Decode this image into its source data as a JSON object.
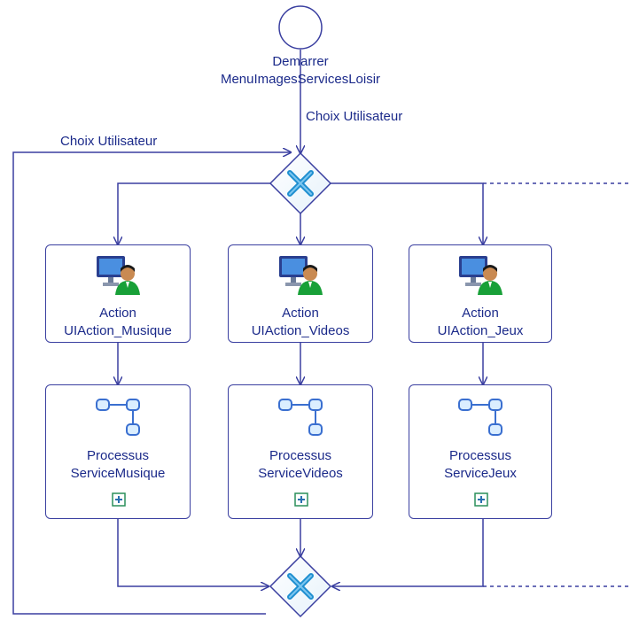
{
  "start": {
    "label_line1": "Demarrer",
    "label_line2": "MenuImagesServicesLoisir"
  },
  "edges": {
    "choice_top": "Choix Utilisateur",
    "choice_loop": "Choix Utilisateur"
  },
  "actions": [
    {
      "kind": "Action",
      "name": "UIAction_Musique"
    },
    {
      "kind": "Action",
      "name": "UIAction_Videos"
    },
    {
      "kind": "Action",
      "name": "UIAction_Jeux"
    }
  ],
  "processes": [
    {
      "kind": "Processus",
      "name": "ServiceMusique"
    },
    {
      "kind": "Processus",
      "name": "ServiceVideos"
    },
    {
      "kind": "Processus",
      "name": "ServiceJeux"
    }
  ],
  "icons": {
    "gateway": "exclusive-gateway-x-icon",
    "action": "user-computer-icon",
    "process": "subprocess-tree-icon",
    "expand": "expand-plus-icon"
  },
  "colors": {
    "line": "#3a3fa0",
    "text": "#1b2a8a",
    "gateway_x": "#1f8fd0"
  }
}
